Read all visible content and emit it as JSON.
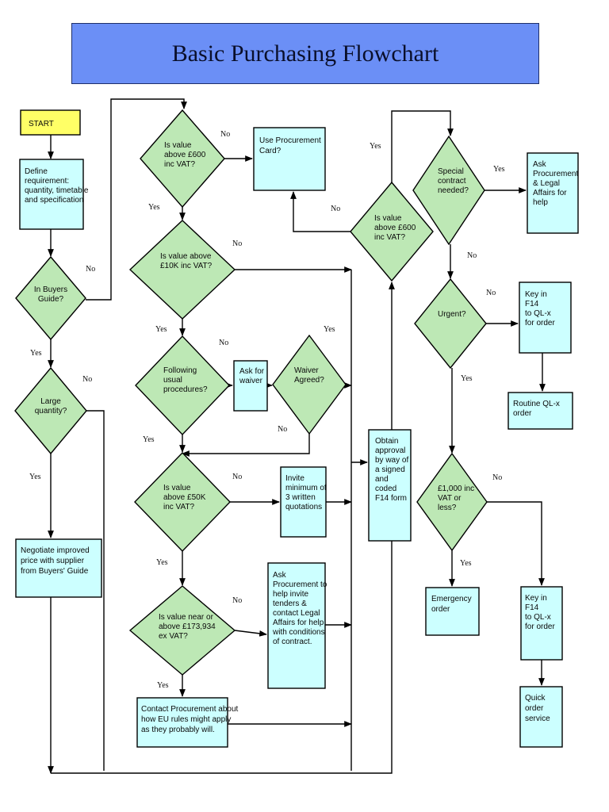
{
  "title": "Basic Purchasing Flowchart",
  "yes_label": "Yes",
  "no_label": "No",
  "nodes": {
    "start": "START",
    "define": [
      "Define",
      "requirement:",
      "quantity, timetable",
      "and specification"
    ],
    "buyers_guide": [
      "In Buyers",
      "Guide?"
    ],
    "large_quantity": [
      "Large",
      "quantity?"
    ],
    "negotiate": [
      "Negotiate improved",
      "price with supplier",
      "from Buyers' Guide"
    ],
    "value_600_left": [
      "Is value",
      "above £600",
      "inc VAT?"
    ],
    "procurement_card": [
      "Use Procurement",
      "Card?"
    ],
    "value_10k": [
      "Is value above",
      "£10K inc VAT?"
    ],
    "following_procedures": [
      "Following",
      "usual",
      "procedures?"
    ],
    "ask_waiver": [
      "Ask for",
      "waiver"
    ],
    "waiver_agreed": [
      "Waiver",
      "Agreed?"
    ],
    "value_50k": [
      "Is value",
      "above £50K",
      "inc VAT?"
    ],
    "invite_quotations": [
      "Invite",
      "minimum of",
      "3 written",
      "quotations"
    ],
    "value_173934": [
      "Is value near or",
      "above £173,934",
      "ex VAT?"
    ],
    "ask_procurement_tenders": [
      "Ask",
      "Procurement to",
      "help invite",
      "tenders &",
      "contact Legal",
      "Affairs for help",
      "with conditions",
      "of contract."
    ],
    "contact_procurement_eu": [
      "Contact Procurement about",
      "how EU rules might apply",
      "as they probably will."
    ],
    "obtain_approval": [
      "Obtain",
      "approval",
      "by way of",
      "a signed",
      "and",
      "coded",
      "F14 form"
    ],
    "value_600_right": [
      "Is value",
      "above £600",
      "inc VAT?"
    ],
    "special_contract": [
      "Special",
      "contract",
      "needed?"
    ],
    "ask_procurement_legal": [
      "Ask",
      "Procurement",
      "& Legal",
      "Affairs for",
      "help"
    ],
    "urgent": [
      "Urgent?"
    ],
    "key_in_f14_top": [
      "Key in",
      "F14",
      "to QL-x",
      "for order"
    ],
    "routine_qlx": [
      "Routine QL-x",
      "order"
    ],
    "value_1000": [
      "£1,000 inc",
      "VAT or",
      "less?"
    ],
    "emergency_order": [
      "Emergency",
      "order"
    ],
    "key_in_f14_bottom": [
      "Key in",
      "F14",
      "to QL-x",
      "for order"
    ],
    "quick_order": [
      "Quick",
      "order",
      "service"
    ]
  },
  "colors": {
    "title_fill": "#6b8ff6",
    "start_fill": "#ffff66",
    "box_fill": "#ccffff",
    "diamond_fill": "#bde8b5",
    "line": "#000000"
  }
}
